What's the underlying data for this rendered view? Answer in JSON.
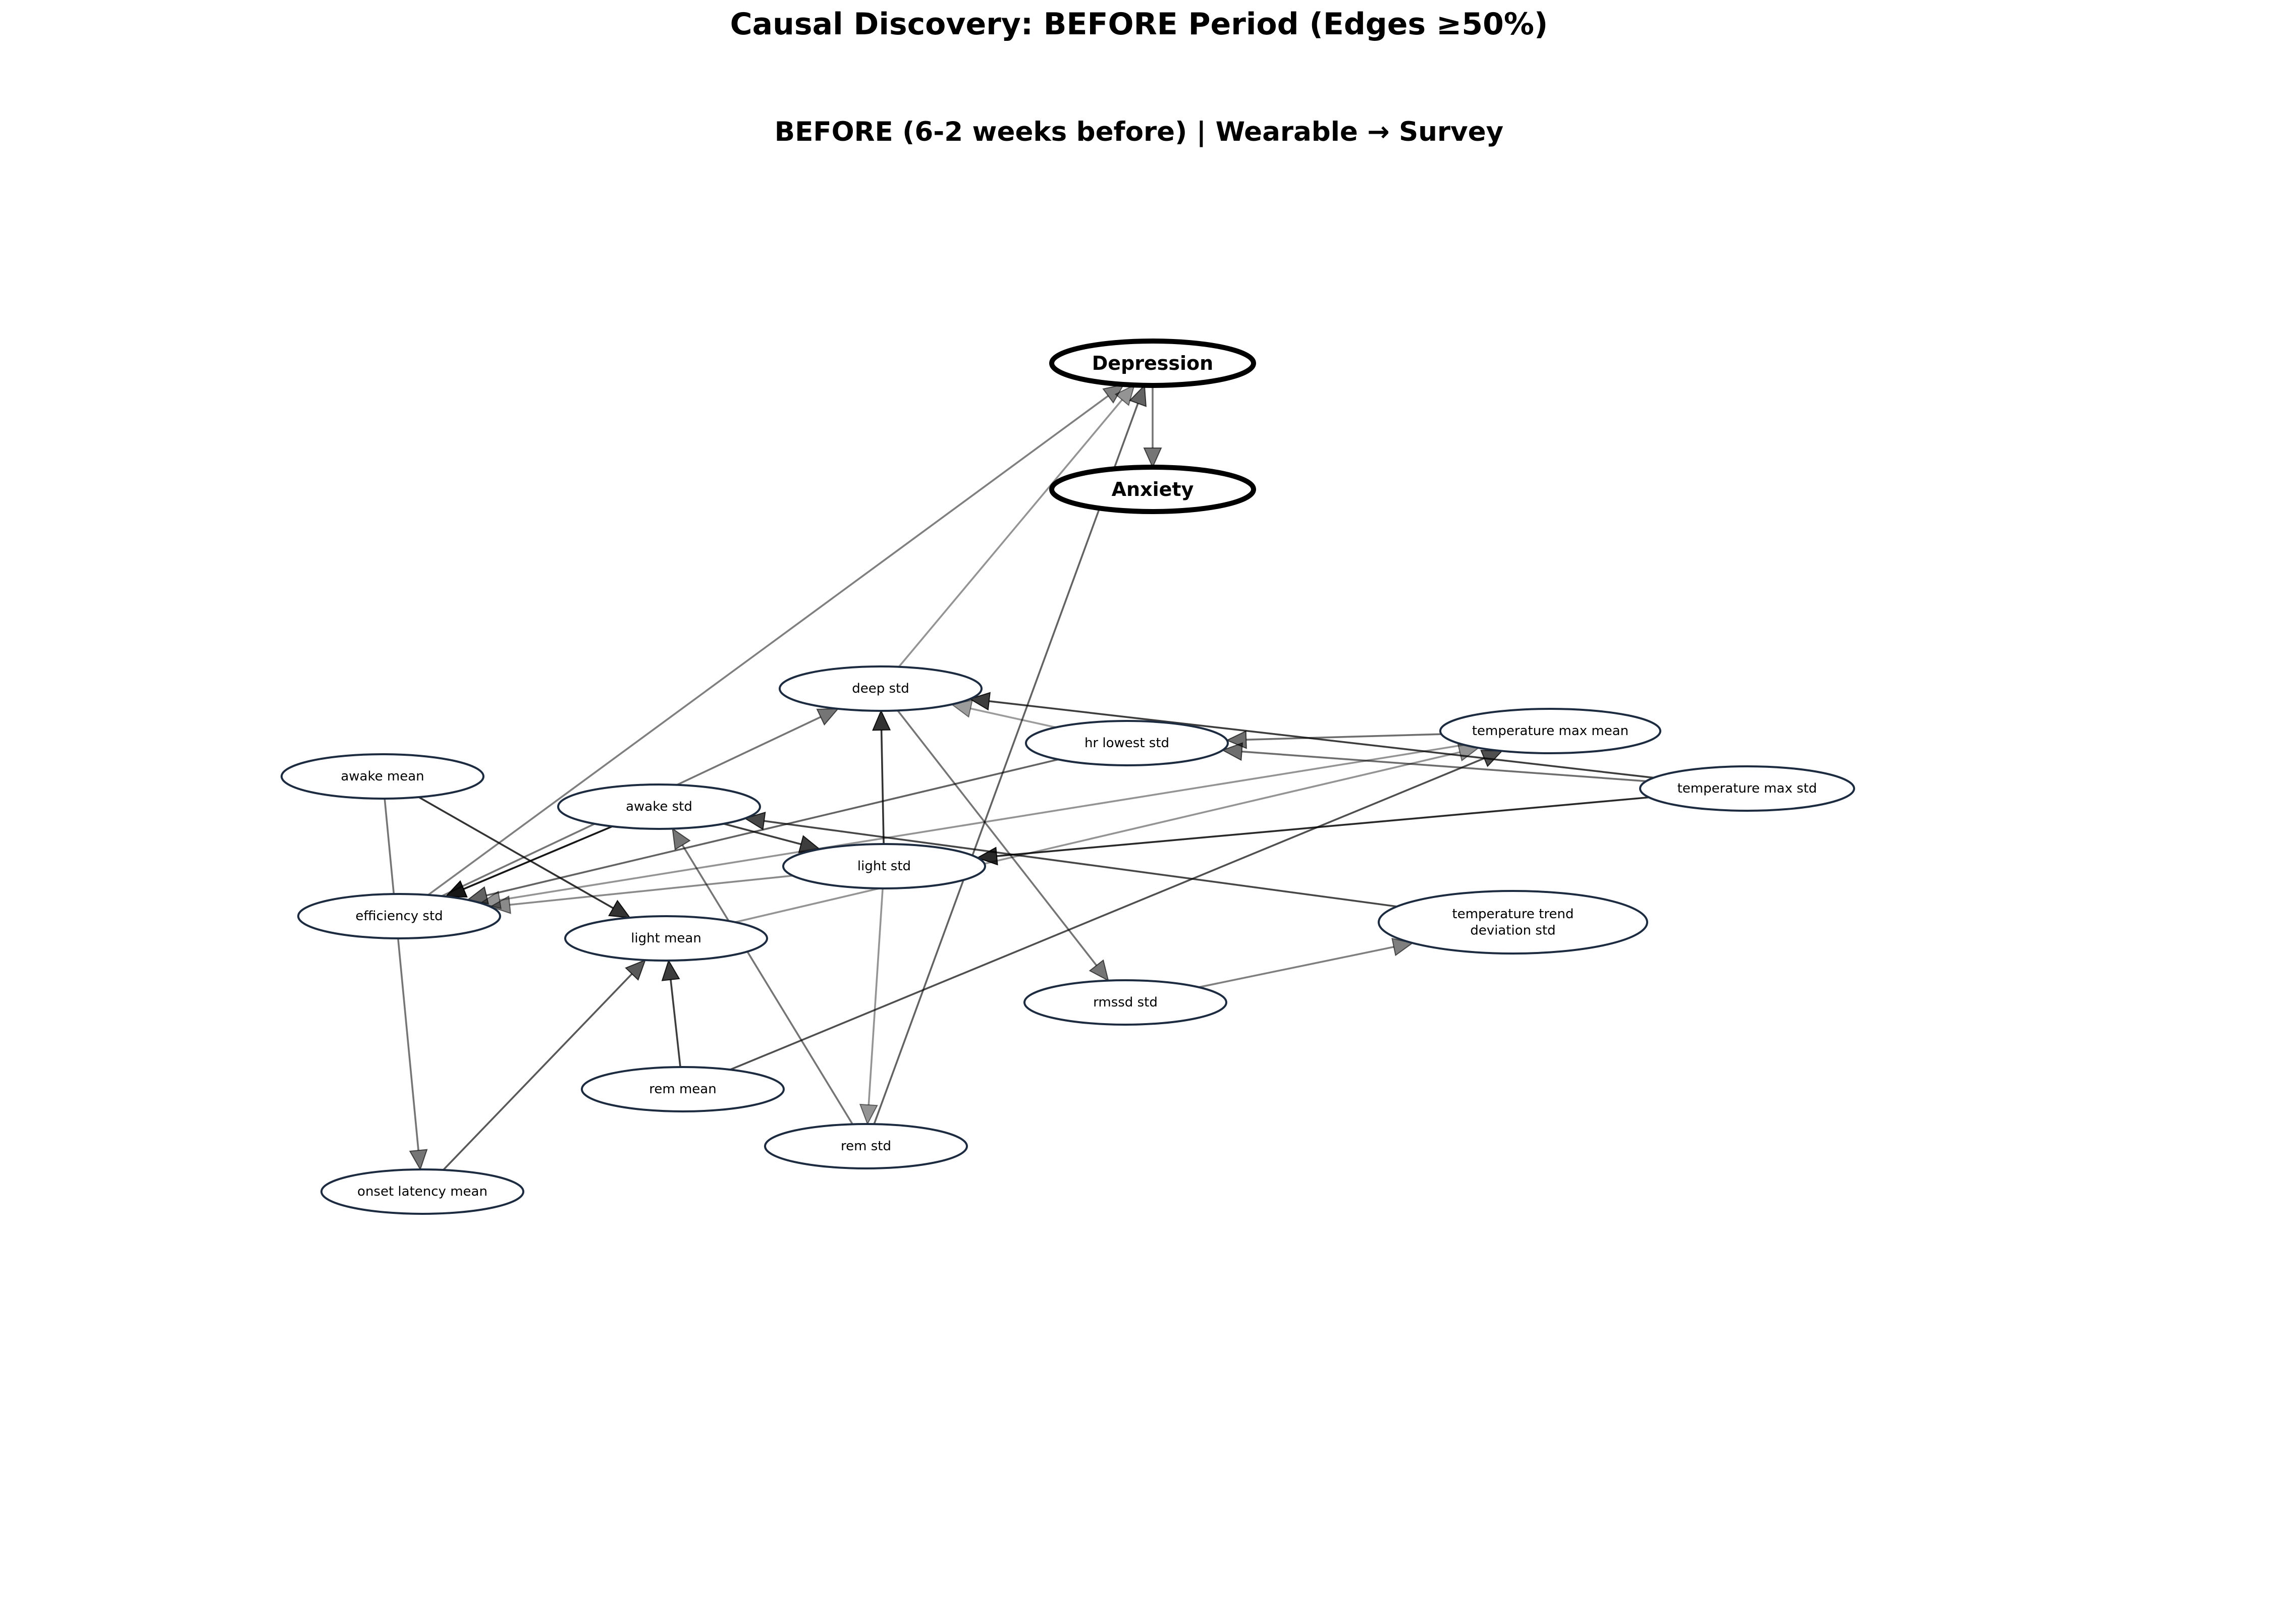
{
  "figure": {
    "title": "Causal Discovery: BEFORE Period (Edges ≥50%)",
    "subtitle": "BEFORE (6-2 weeks before) | Wearable → Survey"
  },
  "colors": {
    "background": "#ffffff",
    "node_stroke": "#1c2b40",
    "target_node_stroke": "#000000",
    "edge": "#000000"
  },
  "nodes": [
    {
      "id": "depression",
      "lines": [
        "Depression"
      ],
      "target": true
    },
    {
      "id": "anxiety",
      "lines": [
        "Anxiety"
      ],
      "target": true
    },
    {
      "id": "deep_std",
      "lines": [
        "deep std"
      ]
    },
    {
      "id": "hr_lowest_std",
      "lines": [
        "hr lowest std"
      ]
    },
    {
      "id": "temperature_max_mean",
      "lines": [
        "temperature max mean"
      ]
    },
    {
      "id": "temperature_max_std",
      "lines": [
        "temperature max std"
      ]
    },
    {
      "id": "awake_mean",
      "lines": [
        "awake mean"
      ]
    },
    {
      "id": "awake_std",
      "lines": [
        "awake std"
      ]
    },
    {
      "id": "light_std",
      "lines": [
        "light std"
      ]
    },
    {
      "id": "efficiency_std",
      "lines": [
        "efficiency std"
      ]
    },
    {
      "id": "light_mean",
      "lines": [
        "light mean"
      ]
    },
    {
      "id": "temperature_trend_deviation_std",
      "lines": [
        "temperature trend",
        "deviation std"
      ]
    },
    {
      "id": "rmssd_std",
      "lines": [
        "rmssd std"
      ]
    },
    {
      "id": "rem_mean",
      "lines": [
        "rem mean"
      ]
    },
    {
      "id": "rem_std",
      "lines": [
        "rem std"
      ]
    },
    {
      "id": "onset_latency_mean",
      "lines": [
        "onset latency mean"
      ]
    }
  ],
  "edges": [
    {
      "source": "depression",
      "target": "anxiety",
      "strength": 0.45
    },
    {
      "source": "efficiency_std",
      "target": "depression",
      "strength": 0.4
    },
    {
      "source": "deep_std",
      "target": "depression",
      "strength": 0.3
    },
    {
      "source": "rem_std",
      "target": "depression",
      "strength": 0.55
    },
    {
      "source": "light_std",
      "target": "deep_std",
      "strength": 0.8
    },
    {
      "source": "efficiency_std",
      "target": "deep_std",
      "strength": 0.45
    },
    {
      "source": "hr_lowest_std",
      "target": "deep_std",
      "strength": 0.25
    },
    {
      "source": "temperature_max_std",
      "target": "deep_std",
      "strength": 0.75
    },
    {
      "source": "temperature_max_mean",
      "target": "hr_lowest_std",
      "strength": 0.5
    },
    {
      "source": "temperature_max_std",
      "target": "hr_lowest_std",
      "strength": 0.5
    },
    {
      "source": "rem_mean",
      "target": "temperature_max_mean",
      "strength": 0.65
    },
    {
      "source": "temperature_max_std",
      "target": "light_std",
      "strength": 0.85
    },
    {
      "source": "temperature_max_mean",
      "target": "efficiency_std",
      "strength": 0.3
    },
    {
      "source": "hr_lowest_std",
      "target": "efficiency_std",
      "strength": 0.55
    },
    {
      "source": "light_std",
      "target": "efficiency_std",
      "strength": 0.35
    },
    {
      "source": "awake_std",
      "target": "efficiency_std",
      "strength": 0.95
    },
    {
      "source": "temperature_trend_deviation_std",
      "target": "awake_std",
      "strength": 0.7
    },
    {
      "source": "awake_std",
      "target": "light_std",
      "strength": 0.75
    },
    {
      "source": "awake_mean",
      "target": "light_mean",
      "strength": 0.8
    },
    {
      "source": "awake_mean",
      "target": "onset_latency_mean",
      "strength": 0.45
    },
    {
      "source": "onset_latency_mean",
      "target": "light_mean",
      "strength": 0.6
    },
    {
      "source": "rem_mean",
      "target": "light_mean",
      "strength": 0.75
    },
    {
      "source": "rem_std",
      "target": "awake_std",
      "strength": 0.45
    },
    {
      "source": "light_std",
      "target": "rem_std",
      "strength": 0.3
    },
    {
      "source": "deep_std",
      "target": "rmssd_std",
      "strength": 0.45
    },
    {
      "source": "rmssd_std",
      "target": "temperature_trend_deviation_std",
      "strength": 0.4
    },
    {
      "source": "light_mean",
      "target": "temperature_max_mean",
      "strength": 0.3
    }
  ]
}
